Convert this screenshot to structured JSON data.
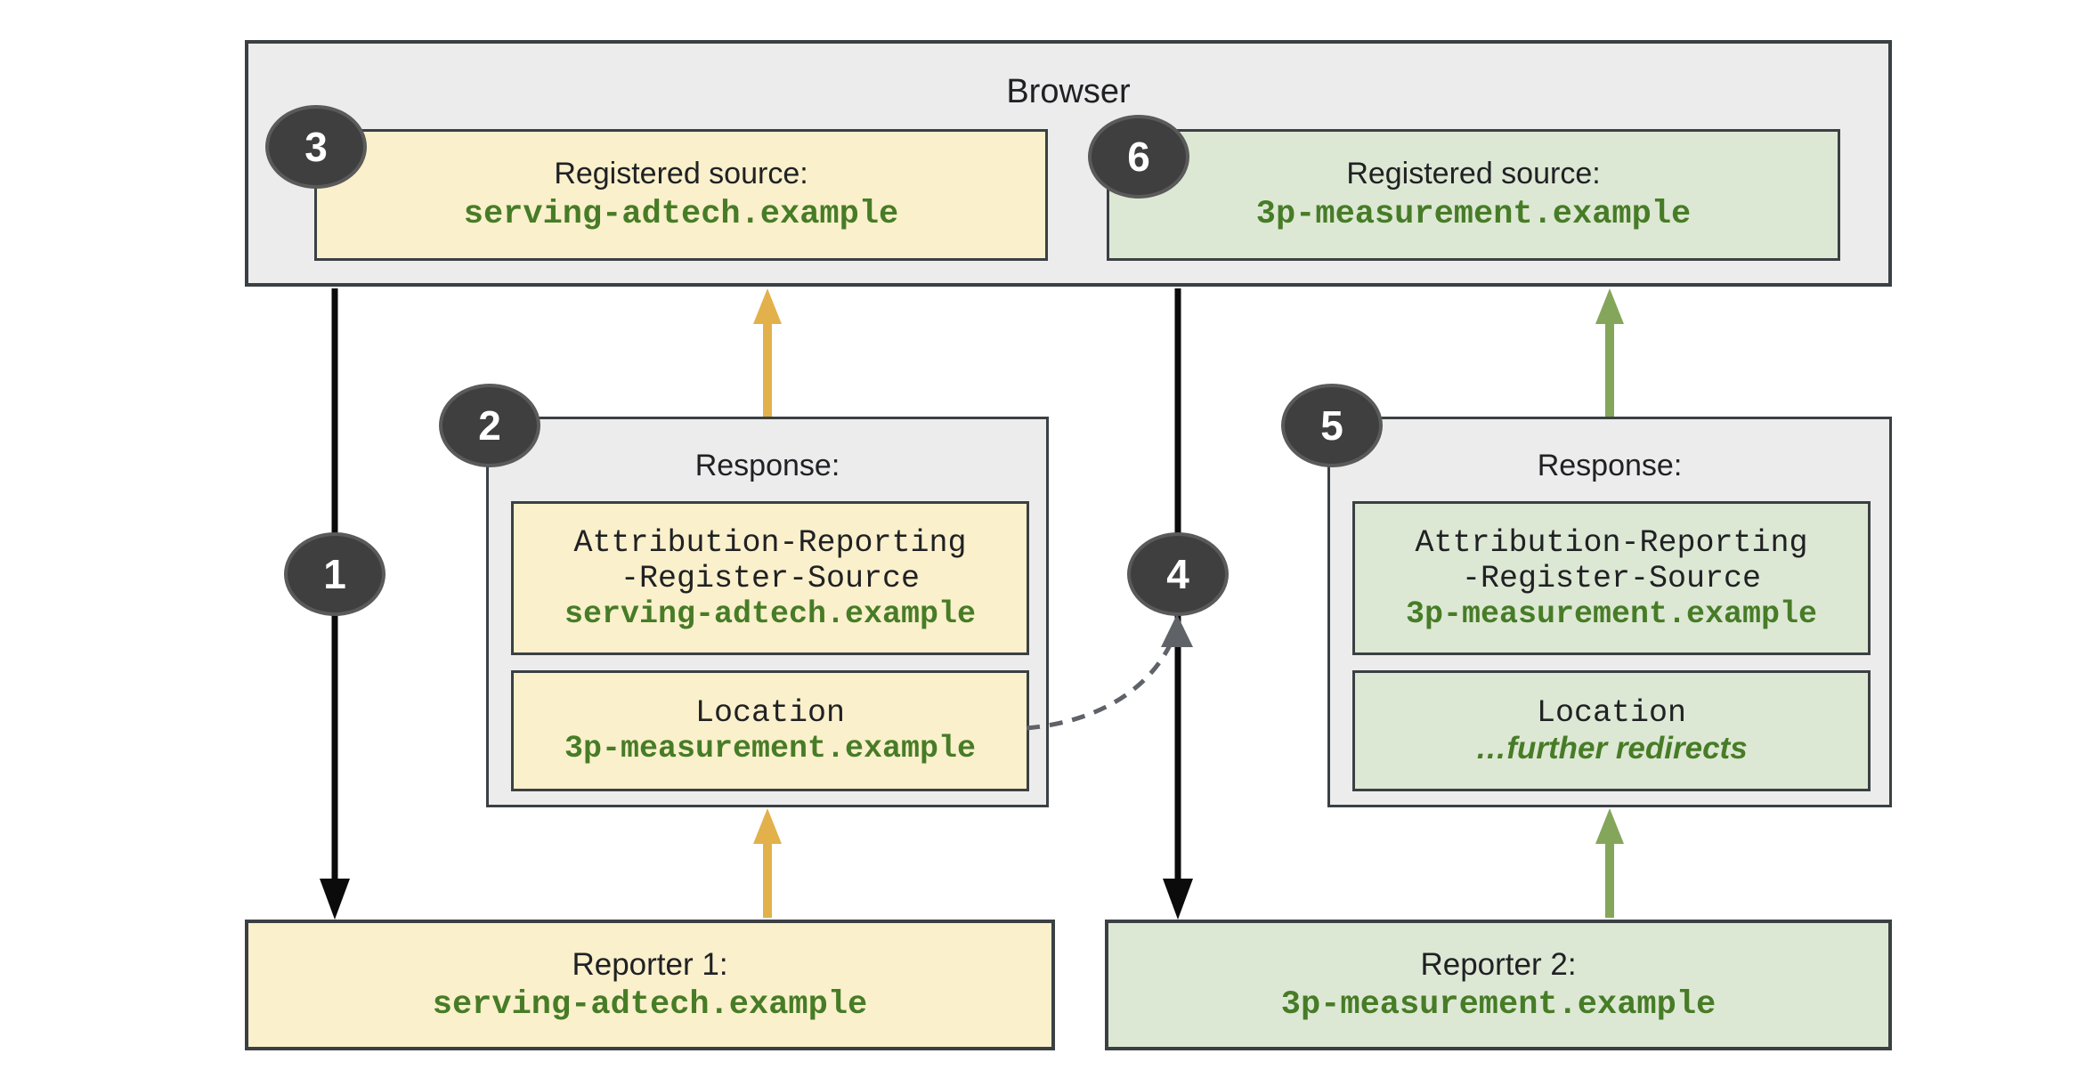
{
  "browser": {
    "title": "Browser"
  },
  "badges": [
    "1",
    "2",
    "3",
    "4",
    "5",
    "6"
  ],
  "registered_sources": [
    {
      "badge": "3",
      "label": "Registered source:",
      "domain": "serving-adtech.example"
    },
    {
      "badge": "6",
      "label": "Registered source:",
      "domain": "3p-measurement.example"
    }
  ],
  "responses": [
    {
      "badge": "2",
      "title": "Response:",
      "register_header": {
        "line1": "Attribution-Reporting",
        "line2": "-Register-Source",
        "domain": "serving-adtech.example"
      },
      "location_header": {
        "label": "Location",
        "value": "3p-measurement.example"
      }
    },
    {
      "badge": "5",
      "title": "Response:",
      "register_header": {
        "line1": "Attribution-Reporting",
        "line2": "-Register-Source",
        "domain": "3p-measurement.example"
      },
      "location_header": {
        "label": "Location",
        "value": "…further redirects"
      }
    }
  ],
  "reporters": [
    {
      "label": "Reporter 1:",
      "domain": "serving-adtech.example"
    },
    {
      "label": "Reporter 2:",
      "domain": "3p-measurement.example"
    }
  ],
  "colors": {
    "yellow_fill": "#faf0cb",
    "green_fill": "#dde8d4",
    "container_fill": "#ececec",
    "border": "#3b4043",
    "green_text": "#477c27",
    "yellow_arrow": "#e2b14c",
    "green_arrow": "#84a65a",
    "black_arrow": "#0b0b0b",
    "dashed_arrow": "#5f6368",
    "badge_fill": "#3f3f3f",
    "badge_text": "#ffffff"
  }
}
